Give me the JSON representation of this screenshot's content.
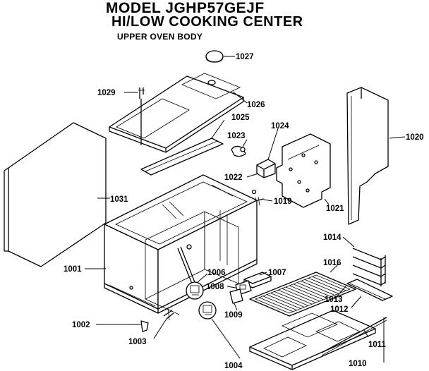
{
  "header": {
    "model": "MODEL JGHP57GEJF",
    "subtitle": "HI/LOW COOKING CENTER",
    "section": "UPPER OVEN BODY"
  },
  "callouts": {
    "p1027": "1027",
    "p1029": "1029",
    "p1026": "1026",
    "p1025": "1025",
    "p1023": "1023",
    "p1024": "1024",
    "p1020": "1020",
    "p1022": "1022",
    "p1031": "1031",
    "p1019": "1019",
    "p1021": "1021",
    "p1014": "1014",
    "p1001": "1001",
    "p1006": "1006",
    "p1007": "1007",
    "p1016": "1016",
    "p1008": "1008",
    "p1013": "1013",
    "p1012": "1012",
    "p1009": "1009",
    "p1002": "1002",
    "p1003": "1003",
    "p1011": "1011",
    "p1004": "1004",
    "p1010": "1010"
  }
}
